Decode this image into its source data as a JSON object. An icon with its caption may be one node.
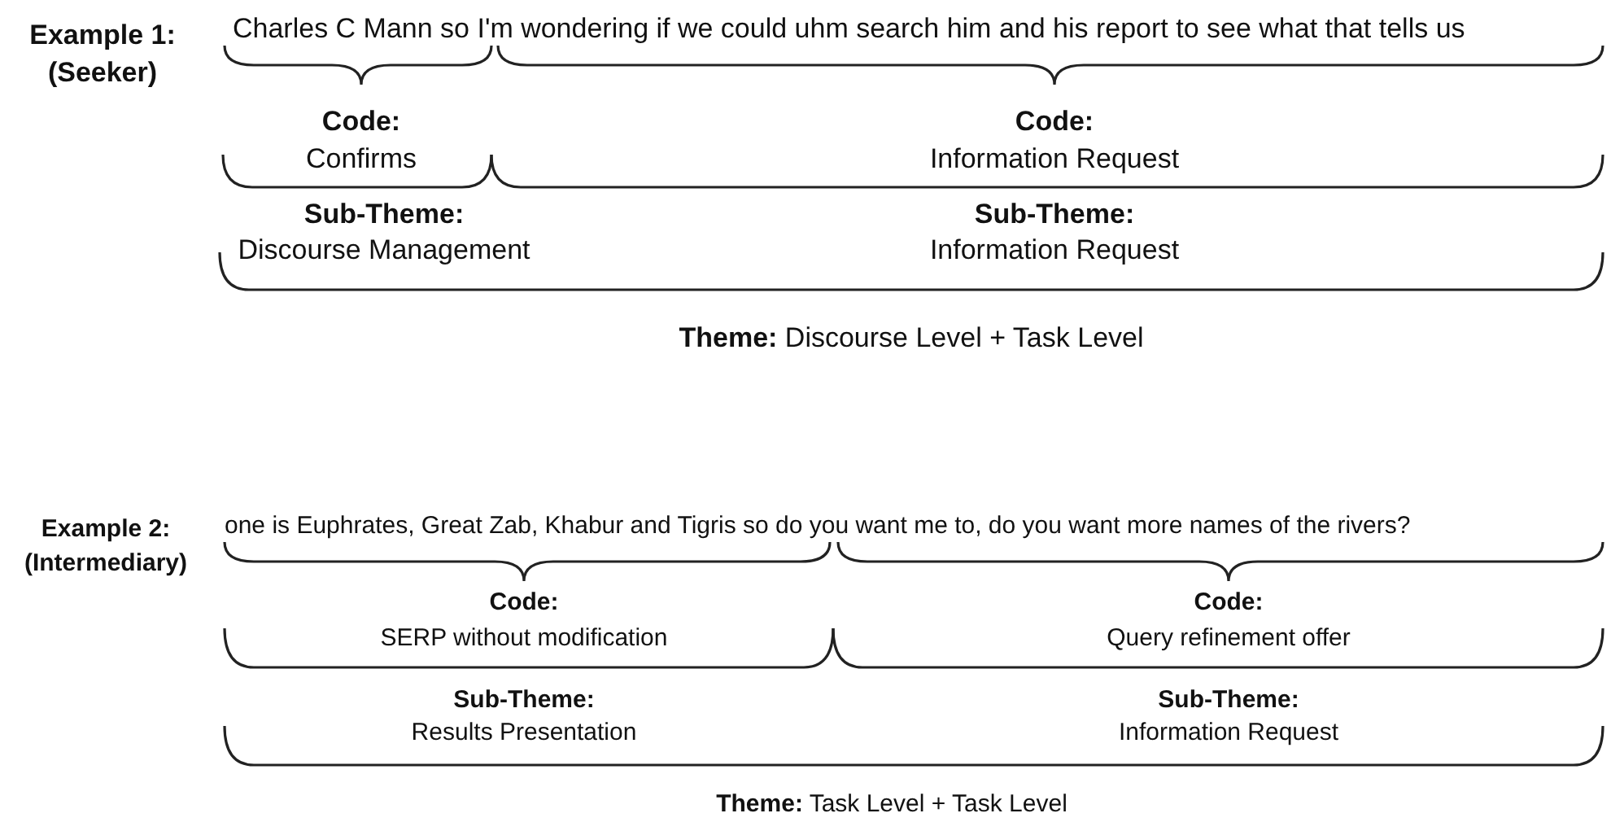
{
  "diagram": {
    "labels": [
      "Example 1:",
      "(Seeker)",
      "Charles C Mann so I'm wondering if we could uhm search him and his report to see what that tells us",
      "Code:",
      "Confirms",
      "Code:",
      "Information Request",
      "Sub-Theme:",
      "Discourse Management",
      "Sub-Theme:",
      "Information Request",
      "**Theme:** Discourse Level + Task Level",
      "Example 2:",
      "(Intermediary)",
      "one is Euphrates, Great Zab, Khabur and Tigris so do you want me to, do you want more names of the rivers?",
      "Code:",
      "SERP without modification",
      "Code:",
      "Query refinement offer",
      "Sub-Theme:",
      "Results Presentation",
      "Sub-Theme:",
      "Information Request",
      "**Theme:** Task Level + Task Level"
    ]
  }
}
